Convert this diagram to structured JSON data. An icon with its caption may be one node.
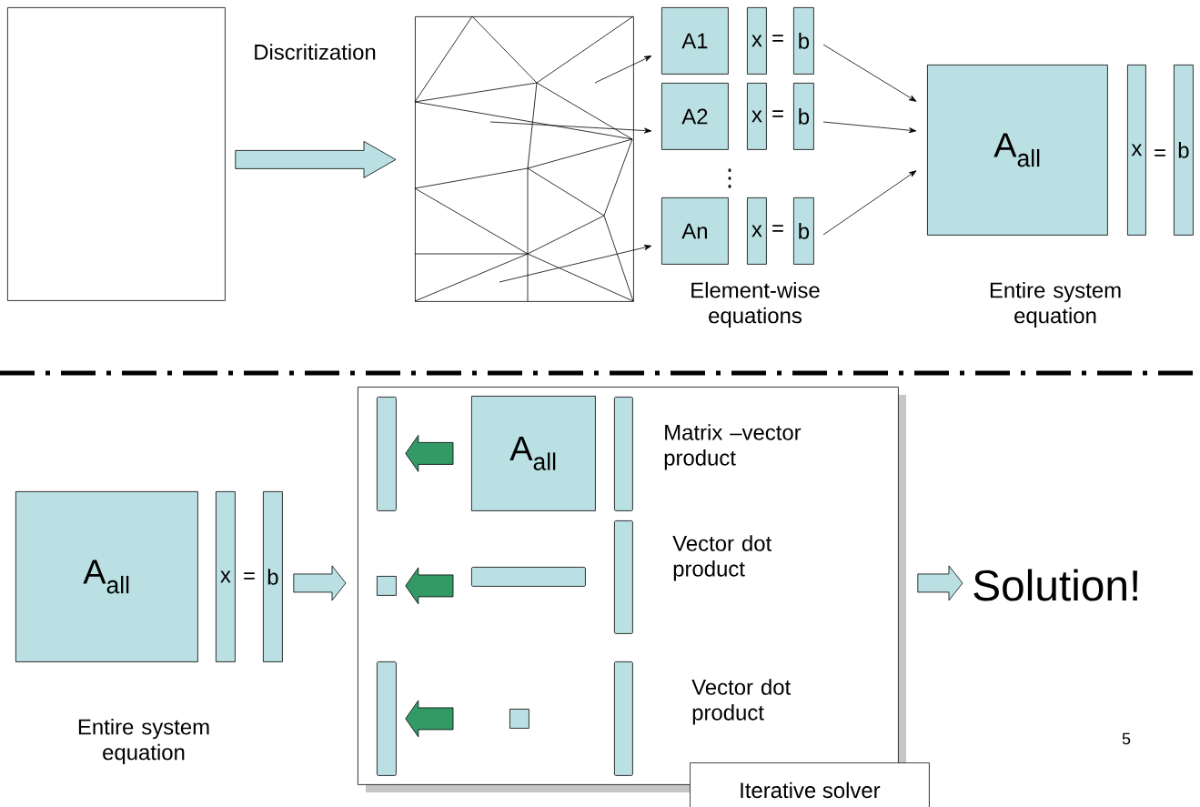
{
  "diagram": {
    "nodes": [
      {
        "text": [],
        "shape": "box"
      },
      {
        "text": [],
        "shape": "picture"
      },
      {
        "text": [
          "A1"
        ]
      },
      {
        "text": [
          "x"
        ]
      },
      {
        "text": [
          "b"
        ]
      },
      {
        "text": [
          "A2"
        ]
      },
      {
        "text": [
          "x"
        ]
      },
      {
        "text": [
          "b"
        ]
      },
      {
        "text": [
          "An"
        ]
      },
      {
        "text": [
          "x"
        ]
      },
      {
        "text": [
          "b"
        ]
      },
      {
        "text": [
          "A$_{all}$"
        ]
      },
      {
        "text": [
          "x"
        ]
      },
      {
        "text": [
          "b"
        ]
      },
      {
        "text": [
          "A$_{all}$"
        ]
      },
      {
        "text": [
          "x"
        ]
      },
      {
        "text": [
          "b"
        ]
      },
      {
        "text": [],
        "shape": "box"
      },
      {
        "text": [],
        "shape": "bar",
        "in": 17
      },
      {
        "text": [
          "A$_{all}$"
        ],
        "in": 17
      },
      {
        "text": [],
        "shape": "bar",
        "in": 17
      },
      {
        "text": [],
        "shape": "box",
        "in": 17
      },
      {
        "text": [],
        "shape": "bar",
        "in": 17
      },
      {
        "text": [],
        "shape": "bar",
        "in": 17
      },
      {
        "text": [],
        "shape": "bar",
        "in": 17
      },
      {
        "text": [],
        "shape": "box",
        "in": 17
      },
      {
        "text": [],
        "shape": "bar",
        "in": 17
      },
      {
        "text": [
          "Iterative solver"
        ]
      },
      {
        "text": [
          "Solution!"
        ]
      }
    ],
    "edges": [
      {
        "from": 0,
        "to": 1,
        "arrow": "to",
        "label": "Discritization",
        "style": "thick",
        "color": "#bbe0e3"
      },
      {
        "from": 1,
        "to": 2,
        "arrow": "to"
      },
      {
        "from": 1,
        "to": 5,
        "arrow": "to"
      },
      {
        "from": 1,
        "to": 8,
        "arrow": "to"
      },
      {
        "from": 4,
        "to": 11,
        "arrow": "to"
      },
      {
        "from": 7,
        "to": 11,
        "arrow": "to"
      },
      {
        "from": 10,
        "to": 11,
        "arrow": "to"
      },
      {
        "from": 16,
        "to": 17,
        "arrow": "to",
        "style": "thick",
        "color": "#bbe0e3"
      },
      {
        "from": 17,
        "to": 28,
        "arrow": "to",
        "style": "thick",
        "color": "#bbe0e3"
      },
      {
        "from": 19,
        "to": 18,
        "arrow": "to",
        "style": "thick",
        "color": "#339966"
      },
      {
        "from": 22,
        "to": 21,
        "arrow": "to",
        "style": "thick",
        "color": "#339966"
      },
      {
        "from": 25,
        "to": 24,
        "arrow": "to",
        "style": "thick",
        "color": "#339966"
      }
    ],
    "labels": [
      "=",
      "=",
      "⋮",
      "=",
      "=",
      "Element-wise equations",
      "Entire system equation",
      "Matrix –vector product",
      "Vector dot product",
      "Vector dot product",
      "=",
      "Entire system equation",
      "5"
    ]
  }
}
